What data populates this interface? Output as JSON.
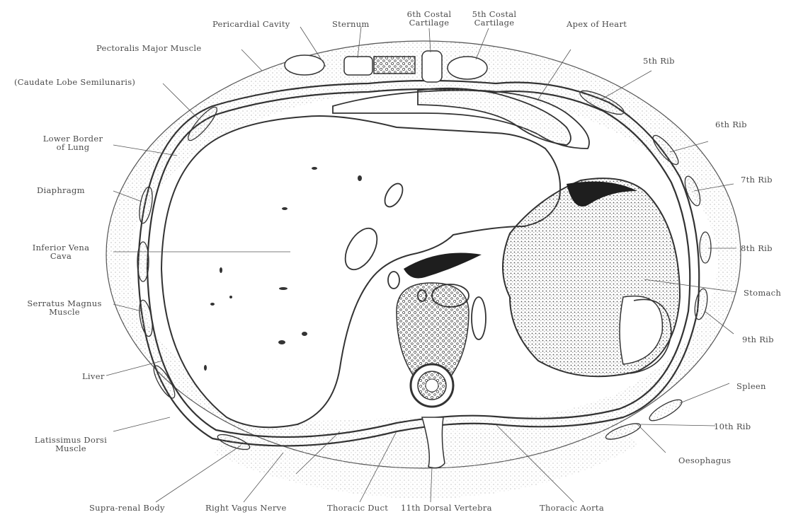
{
  "figure": {
    "labels": {
      "pericardial_cavity": "Pericardial Cavity",
      "sternum": "Sternum",
      "sixth_costal_cartilage": "6th Costal\nCartilage",
      "fifth_costal_cartilage": "5th Costal\nCartilage",
      "apex_of_heart": "Apex of Heart",
      "pectoralis_major": "Pectoralis Major Muscle",
      "caudate_lobe": "(Caudate Lobe Semilunaris)",
      "fifth_rib": "5th Rib",
      "lower_border_lung": "Lower Border\nof Lung",
      "sixth_rib": "6th Rib",
      "diaphragm": "Diaphragm",
      "seventh_rib": "7th Rib",
      "ivc": "Inferior Vena\nCava",
      "eighth_rib": "8th Rib",
      "stomach": "Stomach",
      "serratus_magnus": "Serratus Magnus\nMuscle",
      "ninth_rib": "9th Rib",
      "liver": "Liver",
      "spleen": "Spleen",
      "tenth_rib": "10th Rib",
      "latissimus_dorsi": "Latissimus Dorsi\nMuscle",
      "oesophagus": "Oesophagus",
      "suprarenal_body": "Supra-renal Body",
      "right_vagus": "Right Vagus Nerve",
      "thoracic_duct": "Thoracic Duct",
      "eleventh_dorsal_vertebra": "11th Dorsal Vertebra",
      "thoracic_aorta": "Thoracic Aorta"
    },
    "colors": {
      "ink": "#4a4a4a",
      "line": "#3a3a3a",
      "fill_dark": "#1e1e1e",
      "stipple": "#9a9a9a"
    }
  }
}
